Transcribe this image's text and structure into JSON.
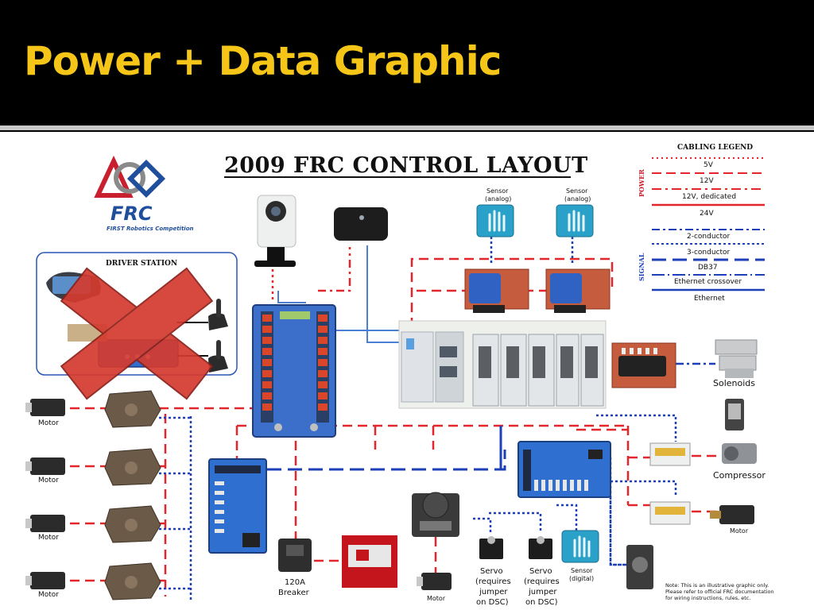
{
  "slide_title": "Power + Data Graphic",
  "layout_title": "2009 FRC CONTROL LAYOUT",
  "logo": {
    "mark": "FRC",
    "subtitle": "FIRST Robotics Competition",
    "colors": {
      "red": "#c8202f",
      "blue": "#1f4e9c",
      "gray": "#8a8a8a"
    }
  },
  "driver_station": {
    "label": "DRIVER STATION"
  },
  "legend": {
    "title": "CABLING LEGEND",
    "power_label": "POWER",
    "signal_label": "SIGNAL",
    "power_items": [
      "5V",
      "12V",
      "12V, dedicated",
      "24V"
    ],
    "signal_items": [
      "2-conductor",
      "3-conductor",
      "DB37",
      "Ethernet crossover",
      "Ethernet"
    ]
  },
  "components": {
    "sensor_analog_1": [
      "Sensor",
      "(analog)"
    ],
    "sensor_analog_2": [
      "Sensor",
      "(analog)"
    ],
    "solenoids": "Solenoids",
    "compressor": "Compressor",
    "motor_right": "Motor",
    "motors_left": [
      "Motor",
      "Motor",
      "Motor",
      "Motor"
    ],
    "motor_bottom": "Motor",
    "breaker": [
      "120A",
      "Breaker"
    ],
    "servo_1": [
      "Servo",
      "(requires",
      "jumper",
      "on DSC)"
    ],
    "servo_2": [
      "Servo",
      "(requires",
      "jumper",
      "on DSC)"
    ],
    "sensor_digital": [
      "Sensor",
      "(digital)"
    ]
  },
  "note": [
    "Note: This is an illustrative graphic only.",
    "Please refer to official FRC documentation",
    "for wiring instructions, rules, etc."
  ],
  "colors": {
    "title_yellow": "#f5c518",
    "wire_red": "#e3262b",
    "wire_blue": "#1d3fb8",
    "cross_red": "#d43a2f",
    "panel_blue": "#2a55b8"
  }
}
